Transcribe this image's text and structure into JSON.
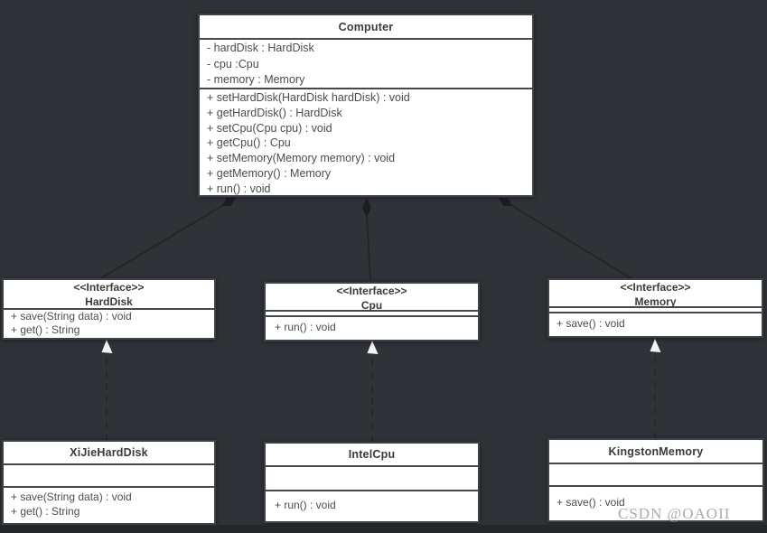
{
  "diagram": {
    "classes": {
      "computer": {
        "title": "Computer",
        "attributes": [
          "- hardDisk : HardDisk",
          "- cpu :Cpu",
          "- memory : Memory"
        ],
        "methods": [
          "+ setHardDisk(HardDisk hardDisk) : void",
          "+ getHardDisk() : HardDisk",
          "+ setCpu(Cpu cpu) : void",
          "+ getCpu() : Cpu",
          "+ setMemory(Memory memory) : void",
          "+ getMemory() : Memory",
          "+ run() : void"
        ]
      },
      "hardDisk": {
        "stereotype": "<<Interface>>",
        "title": "HardDisk",
        "methods": [
          "+ save(String data) : void",
          "+ get() : String"
        ]
      },
      "cpu": {
        "stereotype": "<<Interface>>",
        "title": "Cpu",
        "methods": [
          "+ run() : void"
        ]
      },
      "memory": {
        "stereotype": "<<Interface>>",
        "title": "Memory",
        "methods": [
          "+ save() : void"
        ]
      },
      "xiJieHardDisk": {
        "title": "XiJieHardDisk",
        "methods": [
          "+ save(String data) : void",
          "+ get() : String"
        ]
      },
      "intelCpu": {
        "title": "IntelCpu",
        "methods": [
          "+ run() : void"
        ]
      },
      "kingstonMemory": {
        "title": "KingstonMemory",
        "methods": [
          "+ save() : void"
        ]
      }
    },
    "relations": [
      {
        "from": "HardDisk",
        "to": "Computer",
        "type": "composition",
        "line": "solid",
        "marker": "filled-diamond"
      },
      {
        "from": "Cpu",
        "to": "Computer",
        "type": "composition",
        "line": "solid",
        "marker": "filled-diamond"
      },
      {
        "from": "Memory",
        "to": "Computer",
        "type": "composition",
        "line": "solid",
        "marker": "filled-diamond"
      },
      {
        "from": "XiJieHardDisk",
        "to": "HardDisk",
        "type": "realization",
        "line": "dashed",
        "marker": "triangle"
      },
      {
        "from": "IntelCpu",
        "to": "Cpu",
        "type": "realization",
        "line": "dashed",
        "marker": "triangle"
      },
      {
        "from": "KingstonMemory",
        "to": "Memory",
        "type": "realization",
        "line": "dashed",
        "marker": "triangle"
      }
    ],
    "watermark": "CSDN @OAOII",
    "colors": {
      "background": "#2f3337",
      "box_fill": "#ffffff",
      "box_border": "#3e4245",
      "text": "#4c4c4c",
      "connector": "#202427",
      "realization_arrowhead": "#f3f4f4",
      "watermark": "#969ca1"
    }
  }
}
